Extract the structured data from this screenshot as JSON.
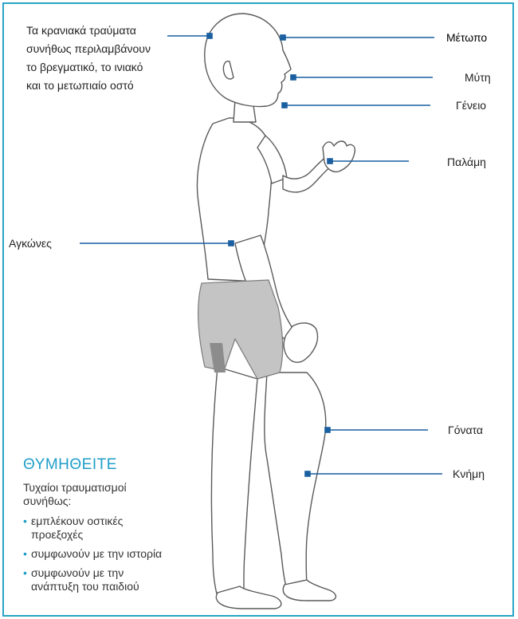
{
  "head_note": {
    "lines": [
      "Τα κρανιακά τραύματα",
      "συνήθως περιλαμβάνουν",
      "το βρεγματικό, το ινιακό",
      "και το μετωπιαίο οστό"
    ]
  },
  "labels": {
    "forehead": "Μέτωπο",
    "nose": "Μύτη",
    "chin": "Γένειο",
    "palm": "Παλάμη",
    "elbows": "Αγκώνες",
    "knees": "Γόνατα",
    "shin": "Κνήμη"
  },
  "remember": {
    "title": "ΘΥΜΗΘΕΙΤΕ",
    "intro": [
      "Τυχαίοι τραυματισμοί",
      "συνήθως:"
    ],
    "bullets": [
      [
        "εμπλέκουν οστικές",
        "προεξοχές"
      ],
      [
        "συμφωνούν με την ιστορία"
      ],
      [
        "συμφωνούν με την",
        "ανάπτυξη του παιδιού"
      ]
    ],
    "bullet_symbol": "•"
  },
  "colors": {
    "accent": "#1f9ec9",
    "frame": "#2aa4c7",
    "shorts_light": "#c4c4c4",
    "shorts_dark": "#8c8c8c",
    "outline": "#555555"
  }
}
